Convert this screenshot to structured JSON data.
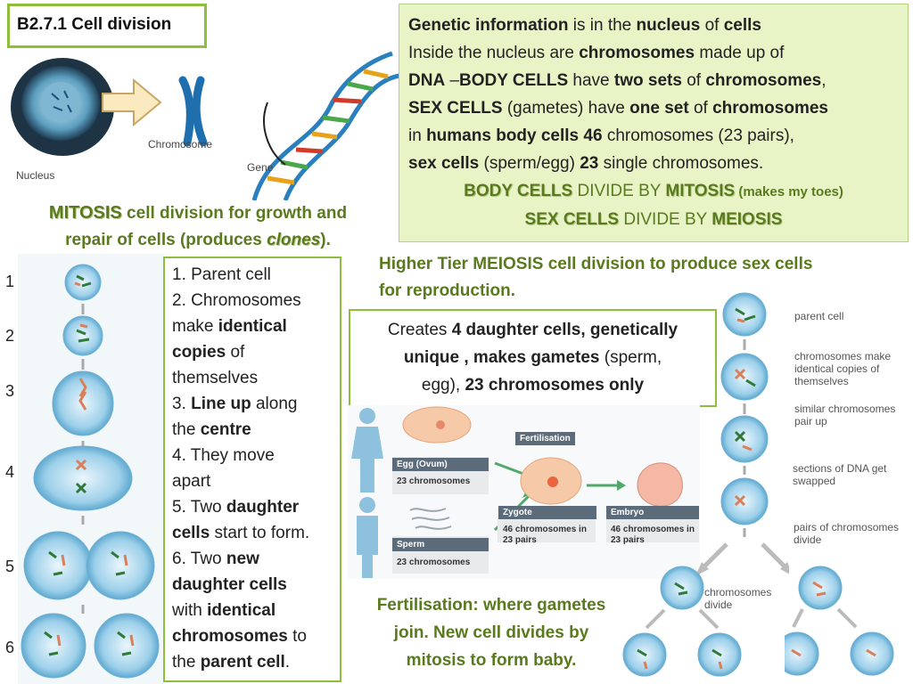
{
  "title_box": {
    "text": "B2.7.1 Cell division"
  },
  "diagram_labels": {
    "chromosome": "Chromosome",
    "nucleus": "Nucleus",
    "gene": "Gene"
  },
  "info_box": {
    "line1": {
      "a": "Genetic information",
      "b": " is in the ",
      "c": "nucleus",
      "d": " of ",
      "e": "cells"
    },
    "line2": {
      "a": "Inside the nucleus are ",
      "b": "chromosomes",
      "c": " made up of"
    },
    "line3": {
      "a": "DNA",
      "b": " –",
      "c": "BODY CELLS",
      "d": " have ",
      "e": "two sets",
      "f": " of ",
      "g": "chromosomes",
      "h": ","
    },
    "line4": {
      "a": "SEX CELLS",
      "b": " (gametes) have ",
      "c": "one set",
      "d": " of ",
      "e": "chromosomes"
    },
    "line5": {
      "a": "in ",
      "b": "humans body cells 46",
      "c": " chromosomes (23 pairs),"
    },
    "line6": {
      "a": "sex cells",
      "b": " (sperm/egg) ",
      "c": "23",
      "d": " single chromosomes."
    },
    "line7": {
      "a": "BODY CELLS",
      "b": " DIVIDE BY ",
      "c": "MITOSIS",
      "d": " (makes my toes)"
    },
    "line8": {
      "a": "SEX CELLS",
      "b": " DIVIDE BY ",
      "c": "MEIOSIS"
    }
  },
  "mitosis_heading": {
    "a": "MITOSIS",
    "b": " cell division for growth and",
    "c": "repair of cells (produces ",
    "d": "clones",
    "e": ")."
  },
  "step_numbers": [
    "1",
    "2",
    "3",
    "4",
    "5",
    "6"
  ],
  "mitosis_steps": {
    "s1": "1. Parent cell",
    "s2a": "2. Chromosomes",
    "s2b": "make ",
    "s2c": "identical",
    "s2d": "copies",
    "s2e": " of",
    "s2f": "themselves",
    "s3a": "3. ",
    "s3b": "Line up",
    "s3c": " along",
    "s3d": "the ",
    "s3e": "centre",
    "s4a": "4. They move",
    "s4b": "apart",
    "s5a": "5. Two ",
    "s5b": "daughter",
    "s5c": "cells",
    "s5d": " start to form.",
    "s6a": "6. Two ",
    "s6b": "new",
    "s6c": "daughter cells",
    "s6d": "with ",
    "s6e": "identical",
    "s6f": "chromosomes",
    "s6g": " to",
    "s6h": "the ",
    "s6i": "parent cell",
    "s6j": "."
  },
  "meiosis_heading": {
    "line1": "Higher Tier MEIOSIS cell division to produce sex cells",
    "line2": "for reproduction."
  },
  "meiosis_box": {
    "a": "Creates ",
    "b": "4 daughter cells, genetically",
    "c": "unique , makes gametes",
    "d": " (sperm,",
    "e": "egg), ",
    "f": "23 chromosomes only"
  },
  "fertilisation_diagram": {
    "egg": "Egg (Ovum)",
    "egg_chromo": "23 chromosomes",
    "sperm": "Sperm",
    "sperm_chromo": "23 chromosomes",
    "fertilisation": "Fertilisation",
    "zygote": "Zygote",
    "zygote_chromo": "46 chromosomes in 23 pairs",
    "embryo": "Embryo",
    "embryo_chromo": "46 chromosomes in 23 pairs"
  },
  "fertilisation_caption": {
    "line1": "Fertilisation: where gametes",
    "line2": "join. New cell divides by",
    "line3": "mitosis to form baby."
  },
  "meiosis_labels": {
    "l1": "parent cell",
    "l2": "chromosomes make identical copies of themselves",
    "l3": "similar chromosomes pair up",
    "l4": "sections of DNA get swapped",
    "l5": "pairs of chromosomes divide",
    "l6": "chromosomes divide"
  }
}
